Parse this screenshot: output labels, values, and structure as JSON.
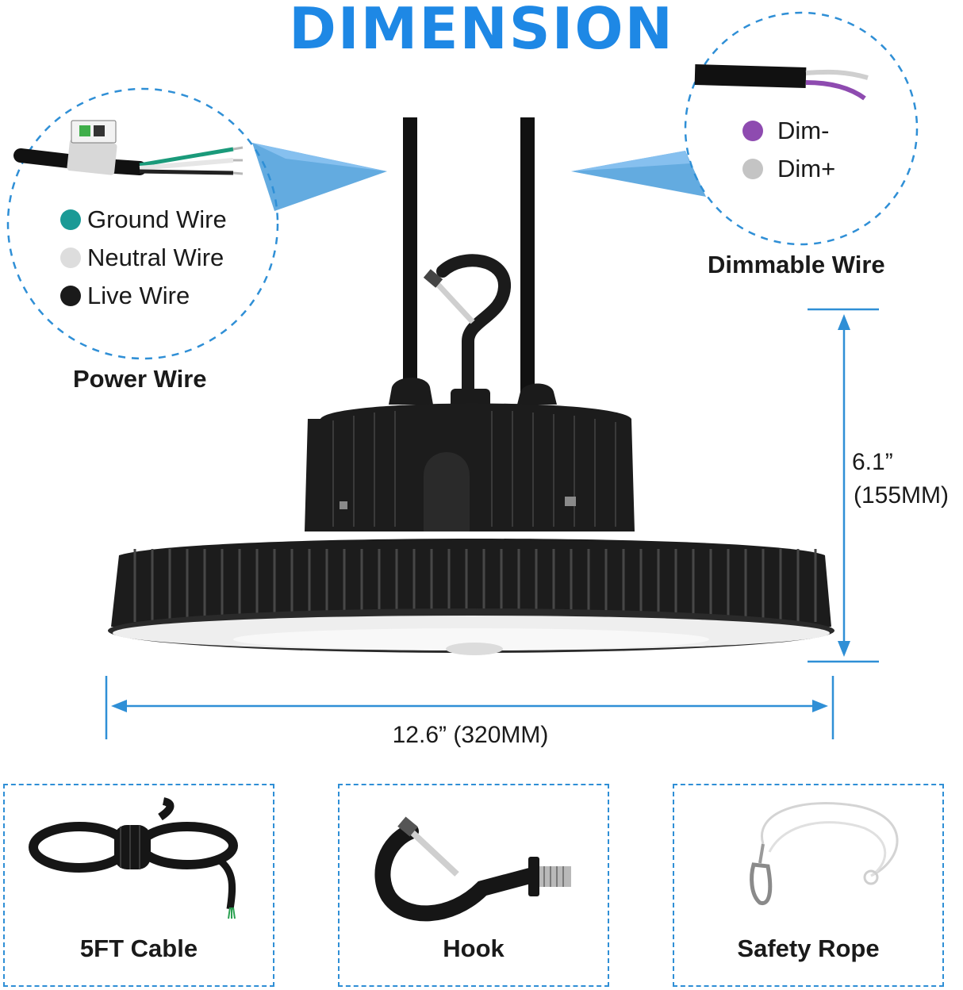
{
  "title": "DIMENSION",
  "power_wire": {
    "caption": "Power Wire",
    "items": [
      {
        "label": "Ground Wire",
        "color": "#1a9a96"
      },
      {
        "label": "Neutral Wire",
        "color": "#dddddd"
      },
      {
        "label": "Live Wire",
        "color": "#1a1a1a"
      }
    ]
  },
  "dimmable_wire": {
    "caption": "Dimmable Wire",
    "items": [
      {
        "label": "Dim-",
        "color": "#8e4bb0"
      },
      {
        "label": "Dim+",
        "color": "#c4c4c4"
      }
    ]
  },
  "dimensions": {
    "height_inch": "6.1”",
    "height_mm": "(155MM)",
    "width": "12.6” (320MM)"
  },
  "accessories": [
    {
      "label": "5FT Cable",
      "icon": "coiled-cable-icon"
    },
    {
      "label": "Hook",
      "icon": "hook-icon"
    },
    {
      "label": "Safety Rope",
      "icon": "safety-rope-icon"
    }
  ],
  "colors": {
    "accent": "#1e88e5",
    "dimension_line": "#2f8fd6",
    "product_body": "#1c1c1c"
  }
}
